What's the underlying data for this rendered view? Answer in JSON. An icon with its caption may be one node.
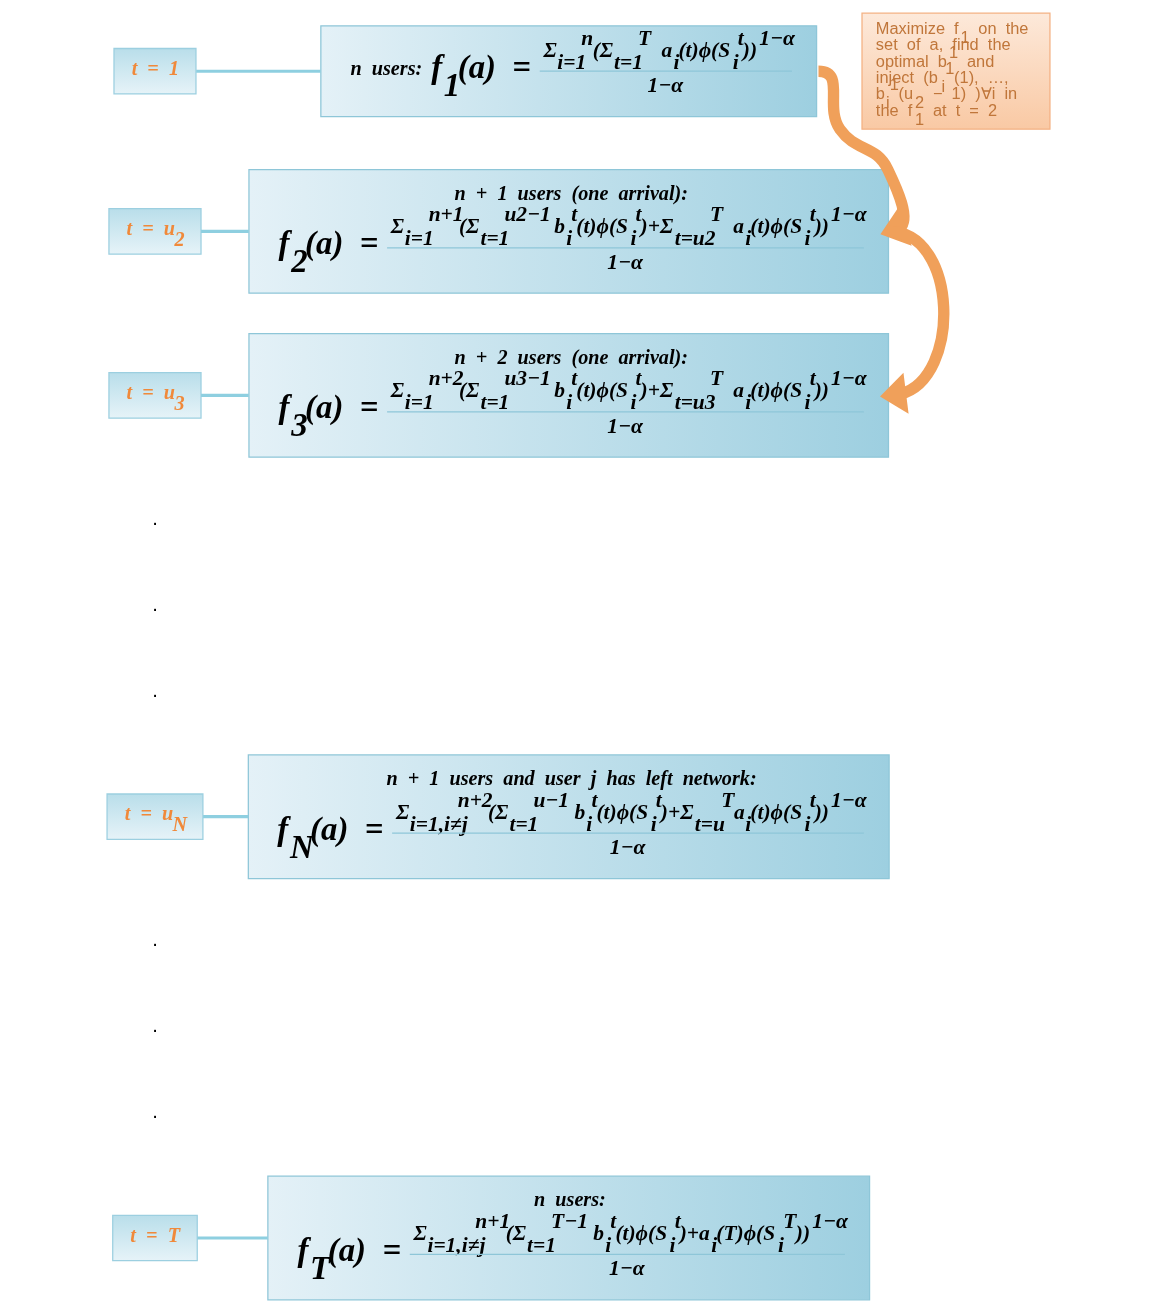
{
  "diagram": {
    "nodes": [
      {
        "text": [
          "t = 1"
        ]
      },
      {
        "text": [
          "t = u$_{2}$"
        ]
      },
      {
        "text": [
          "t = u$_{3}$"
        ]
      },
      {
        "text": [
          "t = u$_{N}$"
        ]
      },
      {
        "text": [
          "t = T"
        ]
      },
      {
        "text": [
          "n users:",
          "f$_{1}$(a) =",
          "Σ$_{i=1}$$^{n}$(Σ$_{t=1}$$^{T}$ a$_{i}$(t)ϕ(S$_{i}$$^{t}$))$^{1−α}$",
          "1−α"
        ]
      },
      {
        "text": [
          "n + 1 users (one arrival):",
          "f$_{2}$(a) =",
          "Σ$_{i=1}$$^{n+1}$(Σ$_{t=1}$$^{u2−1}$ b$_{i}$$^{t}$(t)ϕ(S$_{i}$$^{t}$)+Σ$_{t=u2}$$^{T}$ a$_{i}$(t)ϕ(S$_{i}$$^{t}$))$^{1−α}$",
          "1−α"
        ]
      },
      {
        "text": [
          "n + 2 users (one arrival):",
          "f$_{3}$(a) =",
          "Σ$_{i=1}$$^{n+2}$(Σ$_{t=1}$$^{u3−1}$ b$_{i}$$^{t}$(t)ϕ(S$_{i}$$^{t}$)+Σ$_{t=u3}$$^{T}$ a$_{i}$(t)ϕ(S$_{i}$$^{t}$))$^{1−α}$",
          "1−α"
        ]
      },
      {
        "text": [
          "n + 1 users and user j has left network:",
          "f$_{N}$(a) =",
          "Σ$_{i=1,i≠j}$$^{n+2}$(Σ$_{t=1}$$^{u−1}$ b$_{i}$$^{t}$(t)ϕ(S$_{i}$$^{t}$)+Σ$_{t=u}$$^{T}$a$_{i}$(t)ϕ(S$_{i}$$^{t}$))$^{1−α}$",
          "1−α"
        ]
      },
      {
        "text": [
          "n users:",
          "f$_{T}$(a) =",
          "Σ$_{i=1,i≠j}$$^{n+1}$(Σ$_{t=1}$$^{T−1}$ b$_{i}$$^{t}$(t)ϕ(S$_{i}$$^{t}$)+a$_{i}$(T)ϕ(S$_{i}$$^{T}$))$^{1−α}$",
          "1−α"
        ]
      },
      {
        "text": [
          "Maximize f$_{1}$ on the set of a, find the optimal b$^{1}$ and inject (b$_{i}$$^{1}$(1), …, b$_{i}$$^{1}$(u$_{2}$ − 1) )∀i in the f$_{1}$ at t = 2"
        ]
      }
    ],
    "edges": [
      {
        "from": 0,
        "to": 5,
        "arrow": "none"
      },
      {
        "from": 1,
        "to": 6,
        "arrow": "none"
      },
      {
        "from": 2,
        "to": 7,
        "arrow": "none"
      },
      {
        "from": 3,
        "to": 8,
        "arrow": "none"
      },
      {
        "from": 4,
        "to": 9,
        "arrow": "none"
      },
      {
        "from": 5,
        "to": 6,
        "arrow": "to",
        "style": "thick",
        "color": "#f0a05a"
      },
      {
        "from": 6,
        "to": 7,
        "arrow": "to",
        "style": "thick",
        "color": "#f0a05a"
      }
    ],
    "labels": [
      ".",
      ".",
      ".",
      ".",
      ".",
      "."
    ]
  }
}
